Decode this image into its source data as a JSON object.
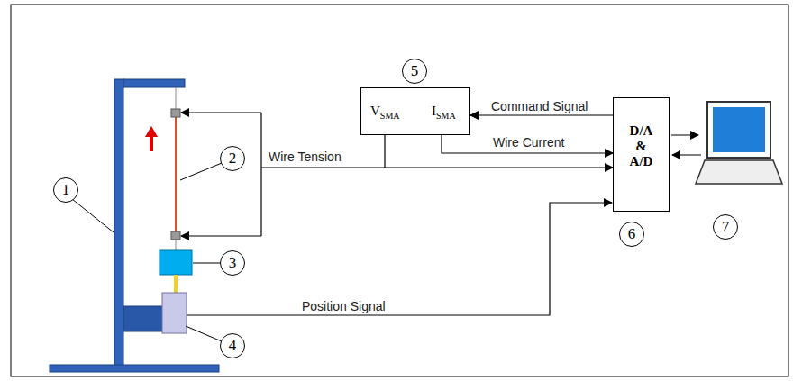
{
  "diagram": {
    "nodes": [
      {
        "text": [
          "1"
        ]
      },
      {
        "text": [
          "2"
        ]
      },
      {
        "text": [
          "3"
        ]
      },
      {
        "text": [
          "4"
        ]
      },
      {
        "text": [
          "5"
        ]
      },
      {
        "text": [
          "V",
          "SMA",
          "I",
          "SMA"
        ]
      },
      {
        "text": [
          "D/A & A/D"
        ]
      },
      {
        "text": [
          "6"
        ]
      },
      {
        "text": [
          "7"
        ]
      }
    ],
    "edges": [
      {
        "from": 6,
        "to": 5,
        "label": "Command Signal",
        "arrow": "to"
      },
      {
        "from": 5,
        "to": 6,
        "label": "Wire Current",
        "arrow": "to"
      },
      {
        "from": 5,
        "to": 6,
        "arrow": "to"
      }
    ],
    "labels": [
      "Wire Tension",
      "Position Signal"
    ]
  }
}
